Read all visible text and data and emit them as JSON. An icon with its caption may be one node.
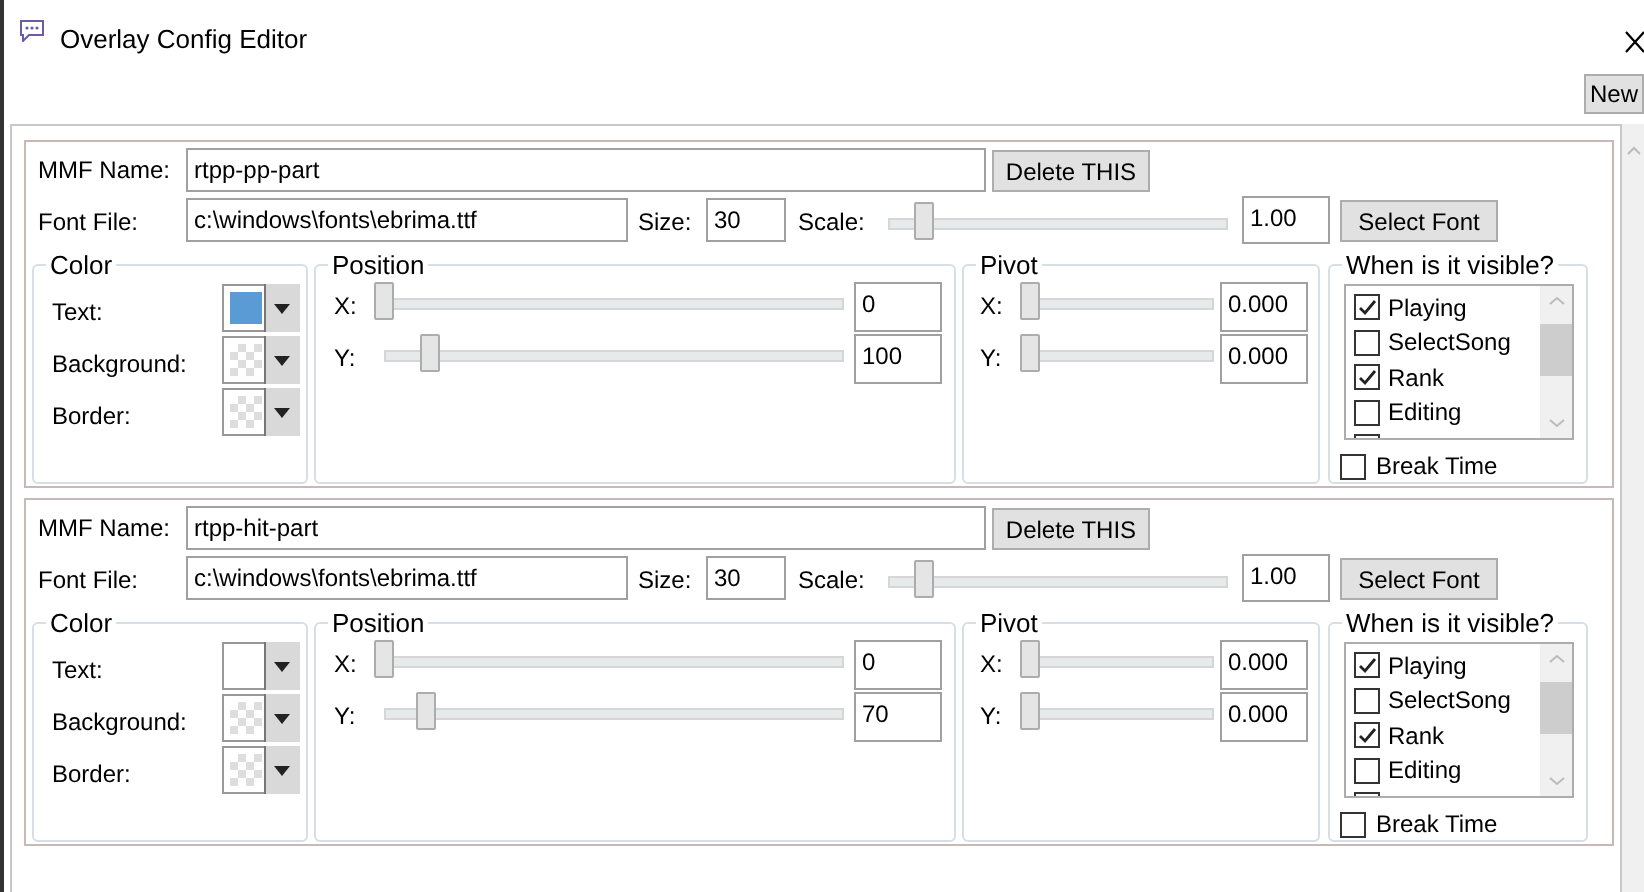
{
  "diagram": {
    "title": "Overlay Config Editor",
    "nodes": [
      {
        "text": [
          "MMF Name:",
          "rtpp-pp-part",
          "Delete THIS",
          "Font File:",
          "c:\\windows\\fonts\\ebrima.ttf",
          "Size:",
          "30",
          "Scale:",
          "1.00",
          "Select Font"
        ]
      },
      {
        "text": [
          "Color",
          "Text:",
          "Background:",
          "Border:"
        ],
        "in": 0
      },
      {
        "text": [
          "Position",
          "X:",
          "0",
          "Y:",
          "100"
        ],
        "in": 0
      },
      {
        "text": [
          "Pivot",
          "X:",
          "0.000",
          "Y:",
          "0.000"
        ],
        "in": 0
      },
      {
        "text": [
          "When is it visible?",
          "Playing",
          "SelectSong",
          "Rank",
          "Editing",
          "Break Time"
        ],
        "in": 0
      },
      {
        "text": [
          "MMF Name:",
          "rtpp-hit-part",
          "Delete THIS",
          "Font File:",
          "c:\\windows\\fonts\\ebrima.ttf",
          "Size:",
          "30",
          "Scale:",
          "1.00",
          "Select Font"
        ]
      },
      {
        "text": [
          "Color",
          "Text:",
          "Background:",
          "Border:"
        ],
        "in": 5
      },
      {
        "text": [
          "Position",
          "X:",
          "0",
          "Y:",
          "70"
        ],
        "in": 5
      },
      {
        "text": [
          "Pivot",
          "X:",
          "0.000",
          "Y:",
          "0.000"
        ],
        "in": 5
      },
      {
        "text": [
          "When is it visible?",
          "Playing",
          "SelectSong",
          "Rank",
          "Editing",
          "Break Time"
        ],
        "in": 5
      }
    ],
    "labels": [
      "New"
    ]
  }
}
